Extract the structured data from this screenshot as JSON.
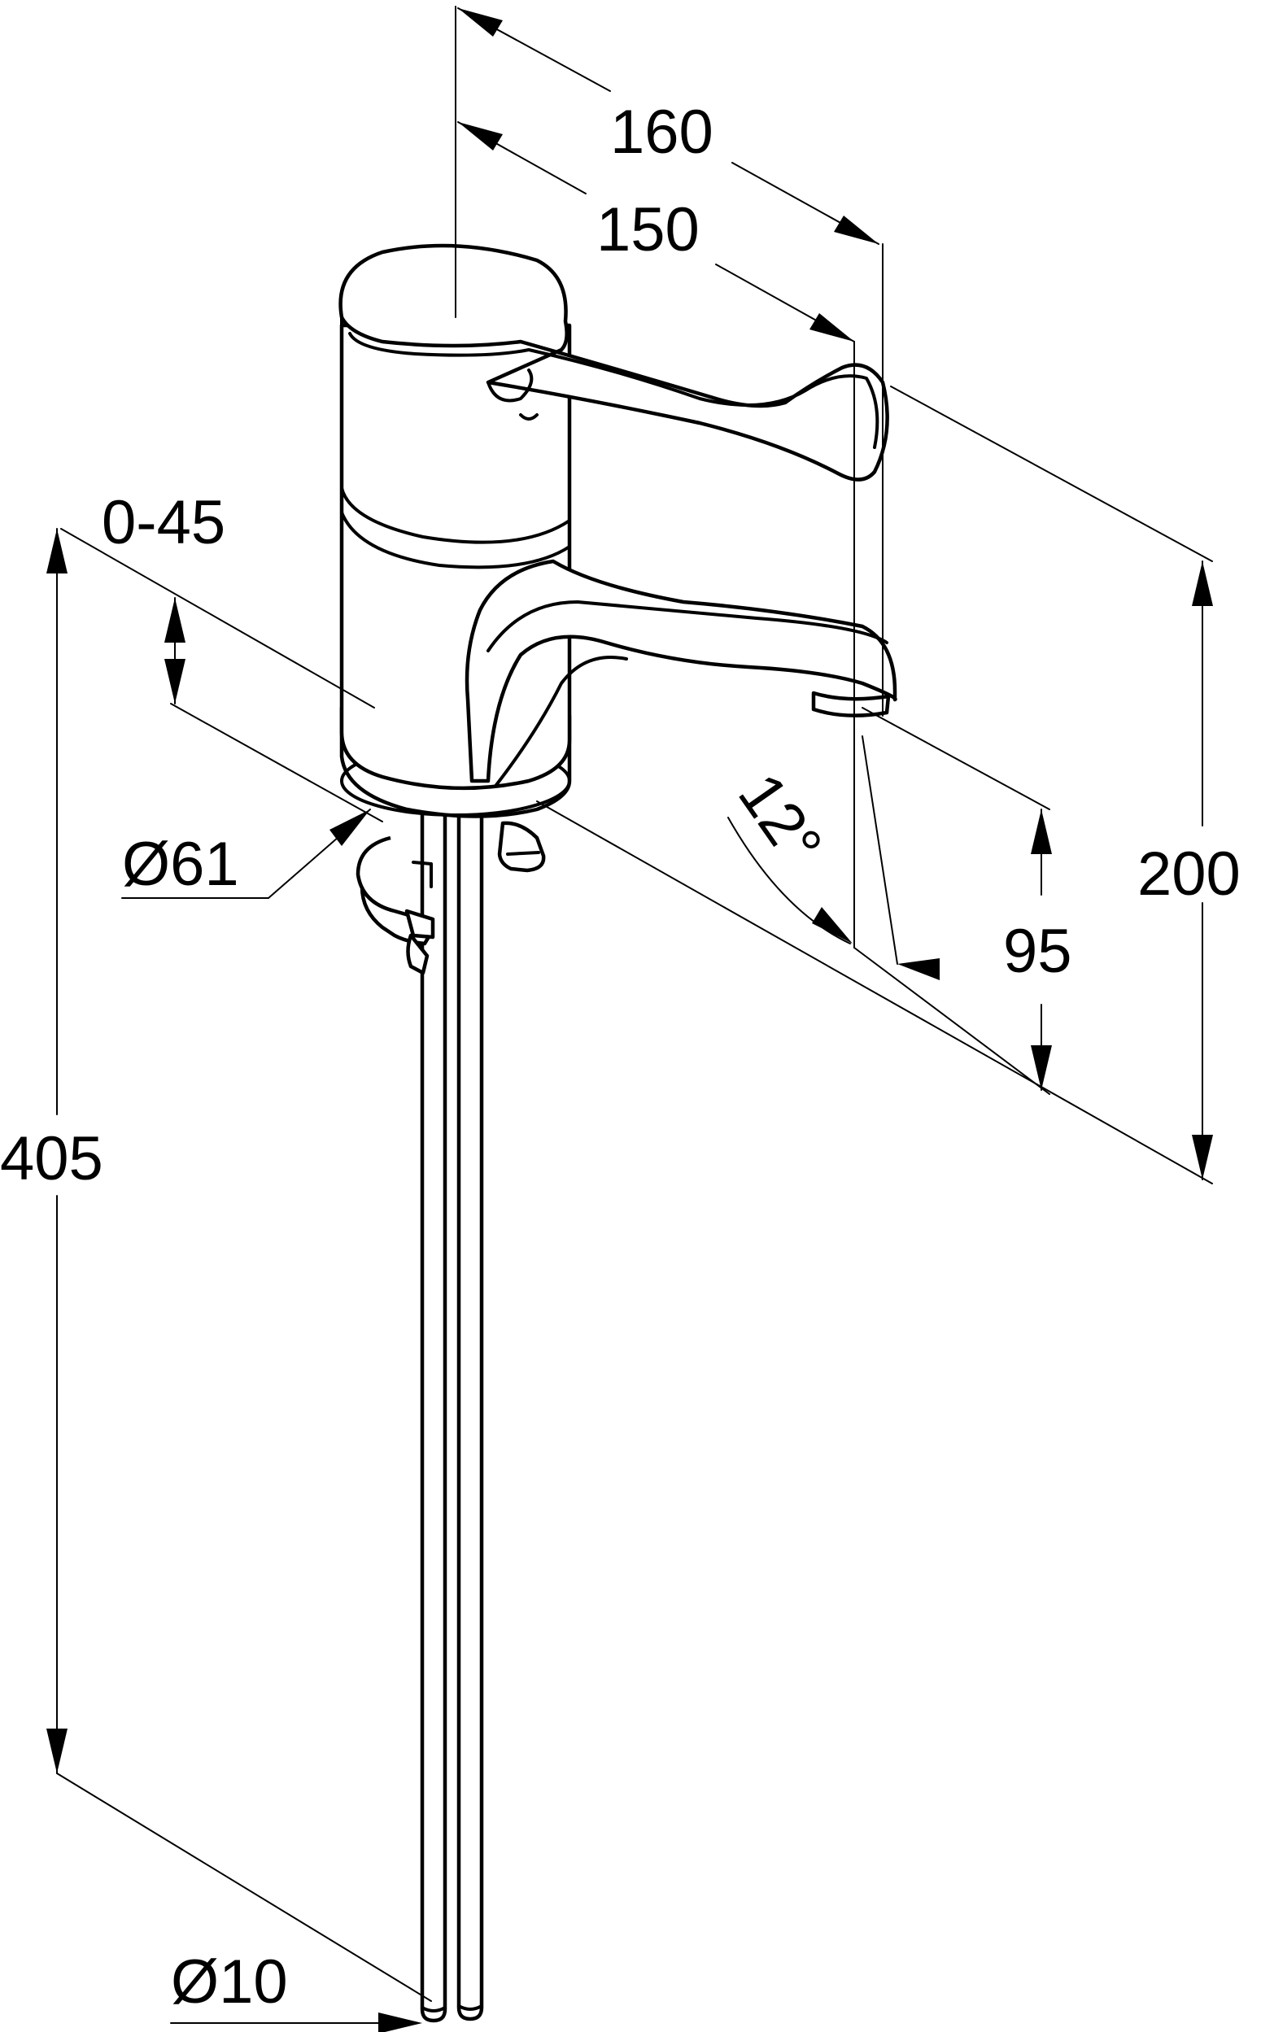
{
  "dimensions": {
    "d160": "160",
    "d150": "150",
    "d045": "0-45",
    "d61": "Ø61",
    "d12": "12°",
    "d95": "95",
    "d200": "200",
    "d405": "405",
    "d10": "Ø10"
  }
}
